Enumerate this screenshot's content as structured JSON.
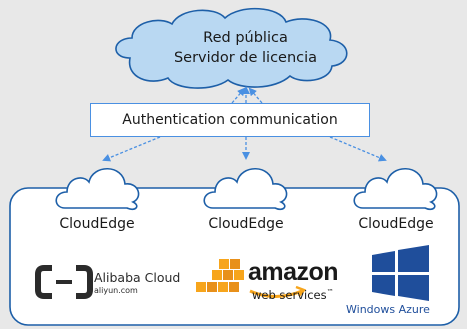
{
  "public_cloud": {
    "line1": "Red pública",
    "line2": "Servidor de licencia"
  },
  "auth_box": {
    "label": "Authentication communication"
  },
  "edges": [
    {
      "label": "CloudEdge"
    },
    {
      "label": "CloudEdge"
    },
    {
      "label": "CloudEdge"
    }
  ],
  "vendors": {
    "alibaba": {
      "name": "Alibaba Cloud",
      "sub": "aliyun.com"
    },
    "amazon": {
      "name": "amazon",
      "sub": "web services",
      "tm": "™"
    },
    "azure": {
      "name": "Windows Azure"
    }
  },
  "colors": {
    "cloud_fill": "#b9d8f2",
    "cloud_stroke": "#1d5fa8",
    "accent": "#4a90e2",
    "panel_stroke": "#1d5fa8",
    "amazon_orange": "#f7a51c",
    "windows_blue": "#1f4e9b",
    "alibaba_orange": "#f05a28"
  }
}
